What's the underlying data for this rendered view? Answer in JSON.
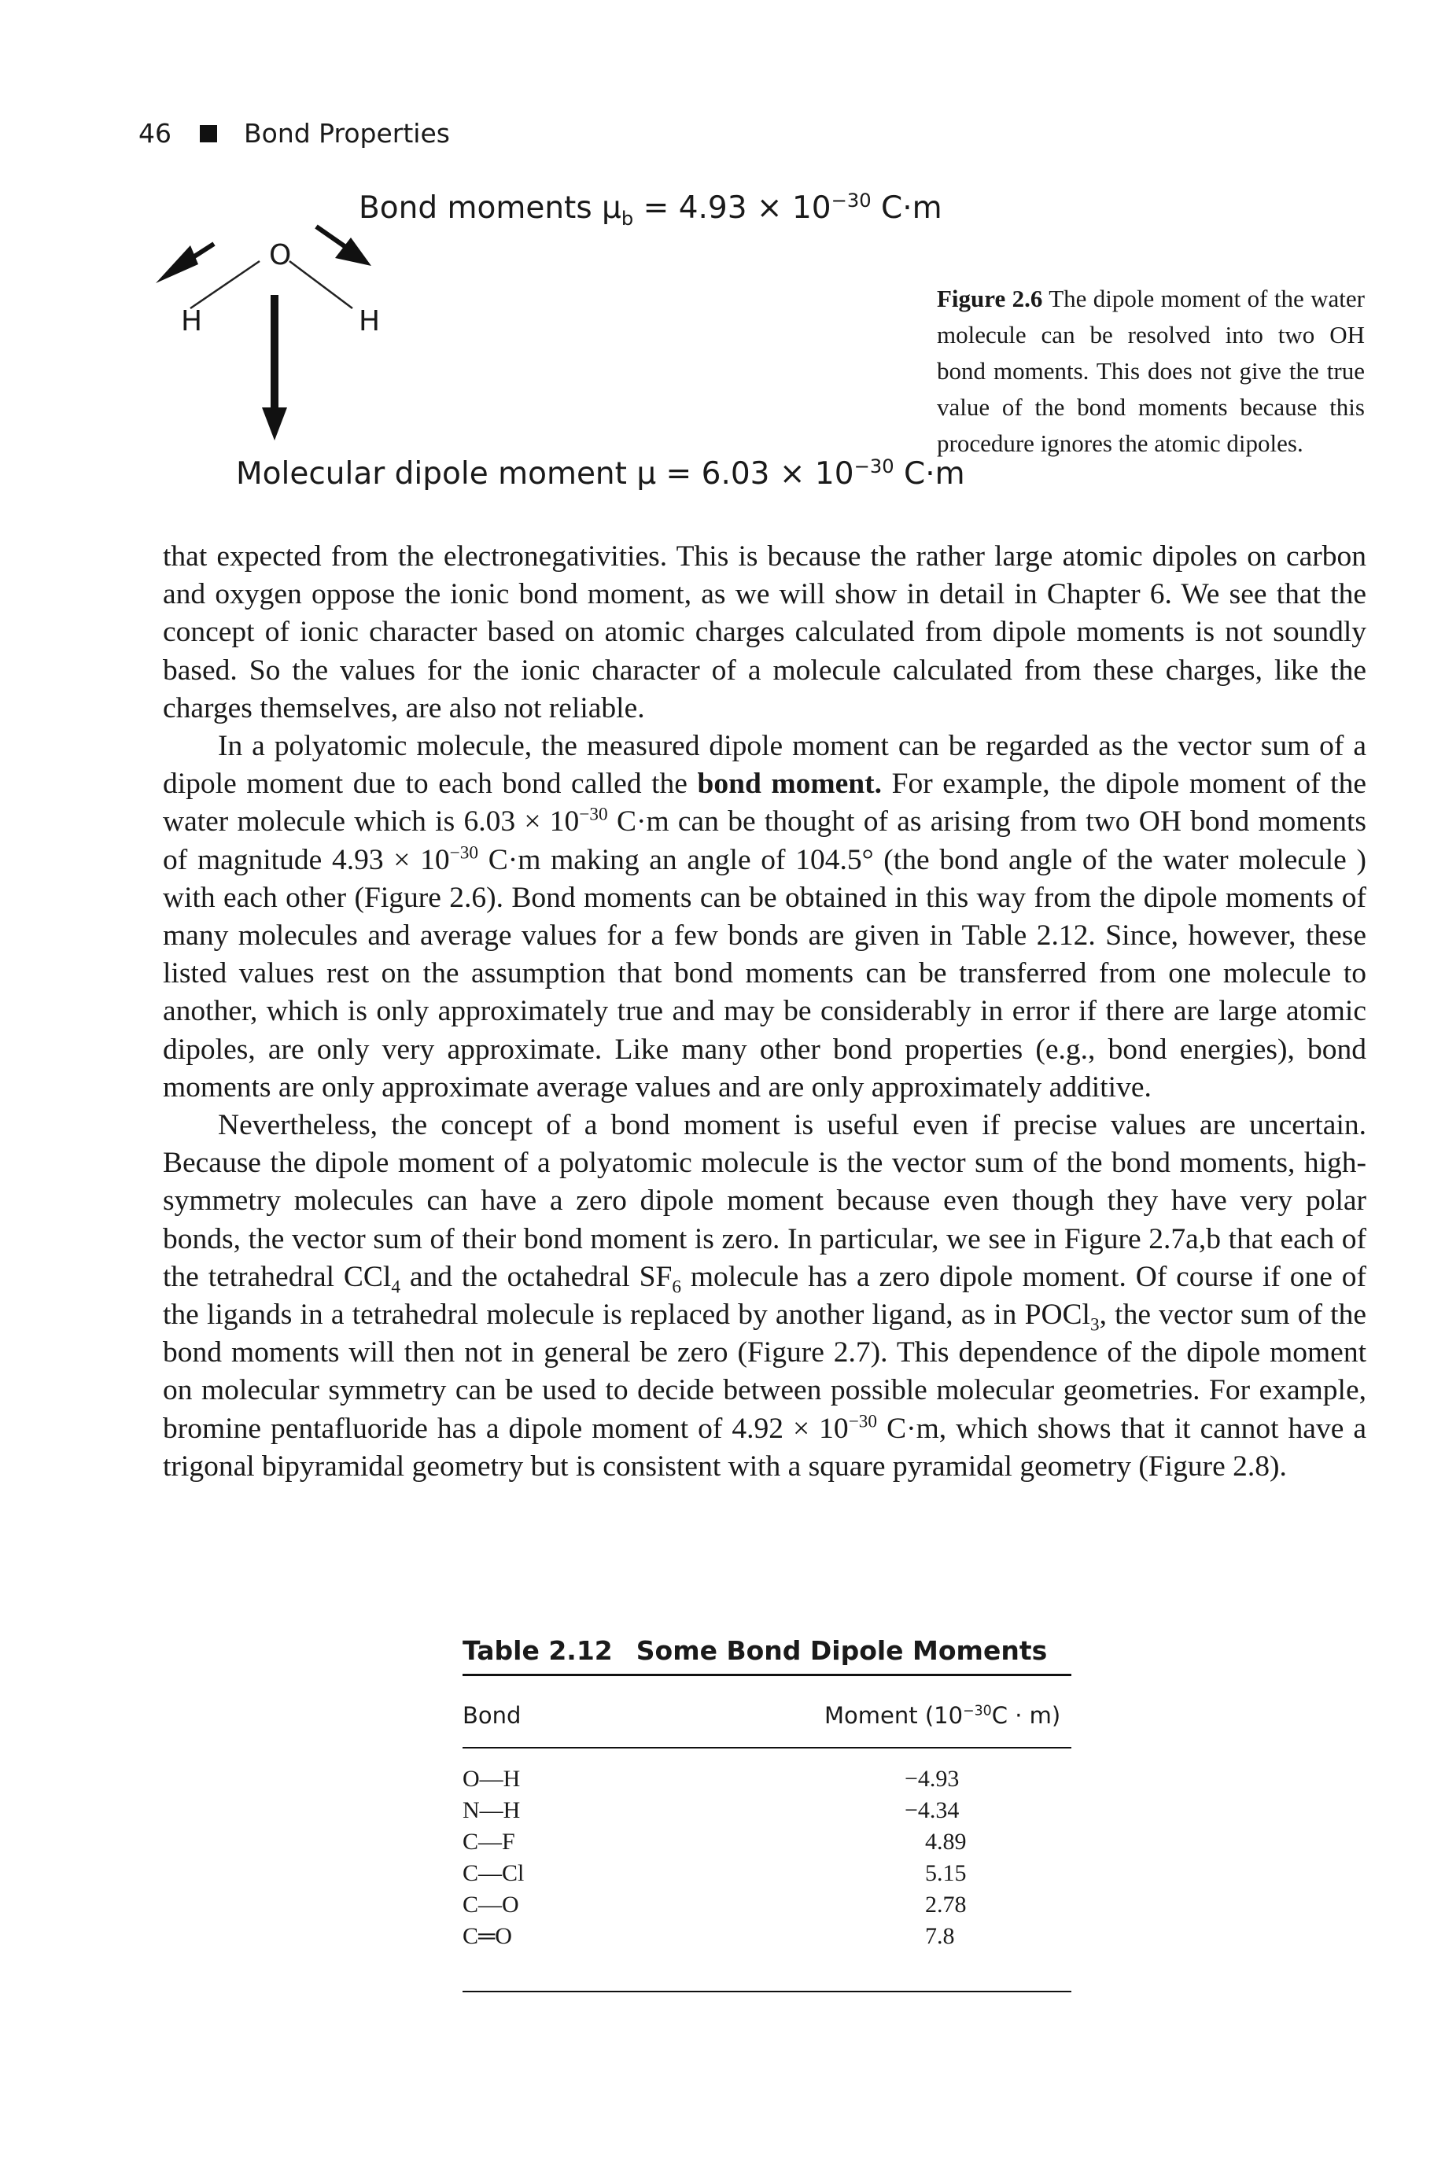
{
  "header": {
    "page_number": "46",
    "section": "Bond Properties"
  },
  "figure": {
    "bond_moment_label": "Bond moments μ",
    "bond_moment_sub": "b",
    "bond_moment_value": " = 4.93 × 10",
    "bond_moment_exp": "−30",
    "bond_moment_unit": " C·m",
    "molecular_label": "Molecular dipole moment μ = 6.03 × 10",
    "molecular_exp": "−30",
    "molecular_unit": " C·m",
    "atom_o": "O",
    "atom_h_left": "H",
    "atom_h_right": "H"
  },
  "caption": {
    "label": "Figure 2.6",
    "text": " The dipole moment of the water molecule can be resolved into two OH bond moments. This does not give the true value of the bond moments because this procedure ignores the atomic dipoles."
  },
  "body": {
    "p1": "that expected from the electronegativities. This is because the rather large atomic dipoles on carbon and oxygen oppose the ionic bond moment, as we will show in detail in Chapter 6. We see that the concept of ionic character based on atomic charges calculated from dipole moments is not soundly based. So the values for the ionic character of a molecule calculated from these charges, like the charges themselves, are also not reliable.",
    "p2a": "In a polyatomic molecule, the measured dipole moment can be regarded as the vector sum of a dipole moment due to each bond called the ",
    "p2_bold": "bond moment.",
    "p2b": " For example, the dipole moment of the water molecule which is 6.03 × 10",
    "p2_exp1": "−30",
    "p2c": " C·m can be thought of as arising from two OH bond moments of magnitude 4.93 × 10",
    "p2_exp2": "−30",
    "p2d": " C·m making an angle of 104.5° (the bond angle of the water molecule ) with each other (Figure 2.6). Bond moments can be obtained in this way from the dipole moments of many molecules and average values for a few bonds are given in Table 2.12. Since, however, these listed values rest on the assumption that bond moments can be transferred from one molecule to another, which is only approximately true and may be considerably in error if there are large atomic dipoles, are only very approximate. Like many other bond properties (e.g., bond energies), bond moments are only approximate average values and are only approximately additive.",
    "p3a": "Nevertheless, the concept of a bond moment is useful even if precise values are uncertain. Because the dipole moment of a polyatomic molecule is the vector sum of the bond moments, high-symmetry molecules can have a zero dipole moment because even though they have very polar bonds, the vector sum of their bond moment is zero. In particular, we see in Figure 2.7a,b that each of the tetrahedral CCl",
    "p3_sub1": "4",
    "p3b": " and the octahedral SF",
    "p3_sub2": "6",
    "p3c": " molecule has a zero dipole moment. Of course if one of the ligands in a tetrahedral molecule is replaced by another ligand, as in POCl",
    "p3_sub3": "3",
    "p3d": ", the vector sum of the bond moments will then not in general be zero (Figure 2.7). This dependence of the dipole moment on molecular symmetry can be used to decide between possible molecular geometries. For example, bromine pentafluoride has a dipole moment of 4.92 × 10",
    "p3_exp": "−30",
    "p3e": " C·m, which shows that it cannot have a trigonal bipyramidal geometry but is consistent with a square pyramidal geometry (Figure 2.8)."
  },
  "table": {
    "label": "Table 2.12",
    "title": "Some Bond Dipole Moments",
    "col_bond": "Bond",
    "col_moment_a": "Moment (10",
    "col_moment_exp": "−30",
    "col_moment_b": "C · m)",
    "rows": [
      {
        "bond": "O—H",
        "moment": "−4.93"
      },
      {
        "bond": "N—H",
        "moment": "−4.34"
      },
      {
        "bond": "C—F",
        "moment": "4.89"
      },
      {
        "bond": "C—Cl",
        "moment": "5.15"
      },
      {
        "bond": "C—O",
        "moment": "2.78"
      },
      {
        "bond": "C═O",
        "moment": "7.8"
      }
    ]
  }
}
